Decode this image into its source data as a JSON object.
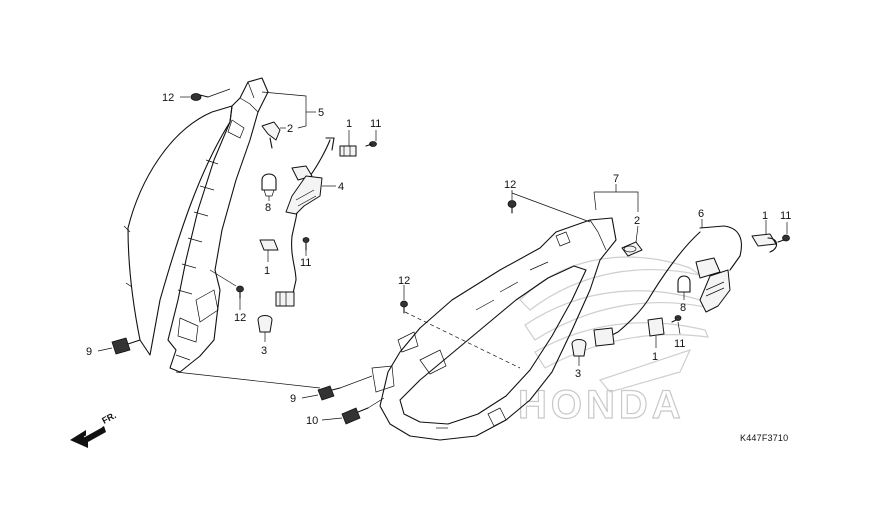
{
  "diagram": {
    "catalog_code": "K447F3710",
    "direction_label": "FR.",
    "watermark_text": "HONDA",
    "callouts": [
      {
        "id": "12a",
        "text": "12"
      },
      {
        "id": "5",
        "text": "5"
      },
      {
        "id": "2a",
        "text": "2"
      },
      {
        "id": "1a",
        "text": "1"
      },
      {
        "id": "11a",
        "text": "11"
      },
      {
        "id": "4",
        "text": "4"
      },
      {
        "id": "8a",
        "text": "8"
      },
      {
        "id": "1b",
        "text": "1"
      },
      {
        "id": "11b",
        "text": "11"
      },
      {
        "id": "12b",
        "text": "12"
      },
      {
        "id": "3a",
        "text": "3"
      },
      {
        "id": "9a",
        "text": "9"
      },
      {
        "id": "12c",
        "text": "12"
      },
      {
        "id": "7",
        "text": "7"
      },
      {
        "id": "2b",
        "text": "2"
      },
      {
        "id": "6",
        "text": "6"
      },
      {
        "id": "1c",
        "text": "1"
      },
      {
        "id": "11c",
        "text": "11"
      },
      {
        "id": "12d",
        "text": "12"
      },
      {
        "id": "8b",
        "text": "8"
      },
      {
        "id": "1d",
        "text": "1"
      },
      {
        "id": "11d",
        "text": "11"
      },
      {
        "id": "3b",
        "text": "3"
      },
      {
        "id": "9b",
        "text": "9"
      },
      {
        "id": "10",
        "text": "10"
      }
    ]
  }
}
